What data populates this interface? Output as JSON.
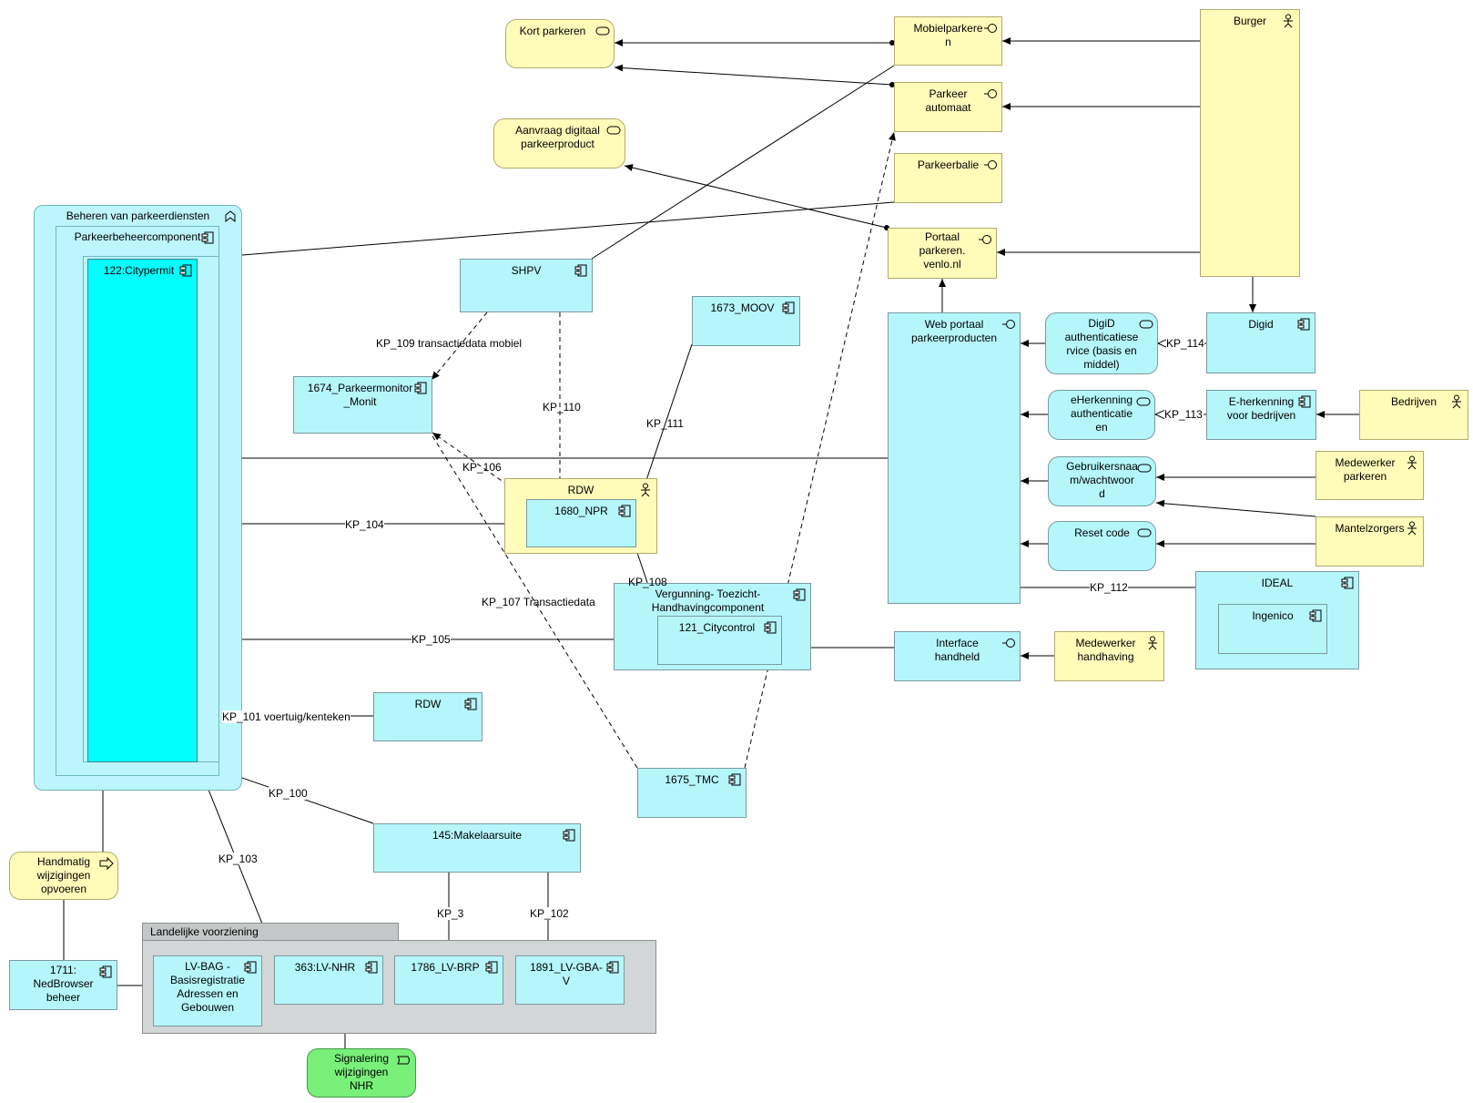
{
  "diagram": {
    "groups": {
      "beheren": "Beheren van parkeerdiensten",
      "parkeerbeheer": "Parkeerbeheercomponent",
      "landelijke": "Landelijke voorziening",
      "vth": "Vergunning- Toezicht-\nHandhavingcomponent"
    },
    "nodes": {
      "kort_parkeren": "Kort parkeren",
      "aanvraag": "Aanvraag digitaal\nparkeerproduct",
      "mobielparkeren": "Mobielparkere\nn",
      "parkeerautomaat": "Parkeer\nautomaat",
      "parkeerbalie": "Parkeerbalie",
      "portaal": "Portaal\nparkeren.\nvenlo.nl",
      "burger": "Burger",
      "citypermit": "122:Citypermit",
      "shpv": "SHPV",
      "moov": "1673_MOOV",
      "parkeermonitor": "1674_Parkeermonitor\n_Monit",
      "rdw_actor": "RDW",
      "npr": "1680_NPR",
      "citycontrol": "121_Citycontrol",
      "rdw_app": "RDW",
      "tmc": "1675_TMC",
      "makelaarsuite": "145:Makelaarsuite",
      "webportaal": "Web portaal\nparkeerproducten",
      "digid_svc": "DigiD\nauthenticatiese\nrvice (basis en\nmiddel)",
      "digid": "Digid",
      "eherkenning_svc": "eHerkenning\nauthenticatie\nen",
      "eherkenning": "E-herkenning\nvoor bedrijven",
      "bedrijven": "Bedrijven",
      "gebruikersnaam": "Gebruikersnaa\nm/wachtwoor\nd",
      "medewerker_parkeren": "Medewerker\nparkeren",
      "reset_code": "Reset code",
      "mantelzorgers": "Mantelzorgers",
      "ideal": "IDEAL",
      "ingenico": "Ingenico",
      "interface_handheld": "Interface\nhandheld",
      "medewerker_handhaving": "Medewerker\nhandhaving",
      "handmatig": "Handmatig\nwijzigingen\nopvoeren",
      "nedbrowser": "1711:\nNedBrowser\nbeheer",
      "lv_bag": "LV-BAG -\nBasisregistratie\nAdressen en\nGebouwen",
      "lv_nhr": "363:LV-NHR",
      "lv_brp": "1786_LV-BRP",
      "lv_gba": "1891_LV-GBA-\nV",
      "signalering": "Signalering\nwijzigingen\nNHR"
    },
    "edge_labels": {
      "kp109": "KP_109 transactiedata mobiel",
      "kp110": "KP_110",
      "kp111": "KP_111",
      "kp106": "KP_106",
      "kp104": "KP_104",
      "kp108": "KP_108",
      "kp107": "KP_107 Transactiedata",
      "kp105": "KP_105",
      "kp101": "KP_101 voertuig/kenteken",
      "kp100": "KP_100",
      "kp103": "KP_103",
      "kp3": "KP_3",
      "kp102": "KP_102",
      "kp112": "KP_112",
      "kp114": "KP_114",
      "kp113": "KP_113"
    },
    "colors": {
      "application": "#b5f6fb",
      "business": "#fffbb9",
      "highlight": "#00ffff",
      "event": "#78f07a",
      "grouping": "#d2d6d6"
    }
  }
}
